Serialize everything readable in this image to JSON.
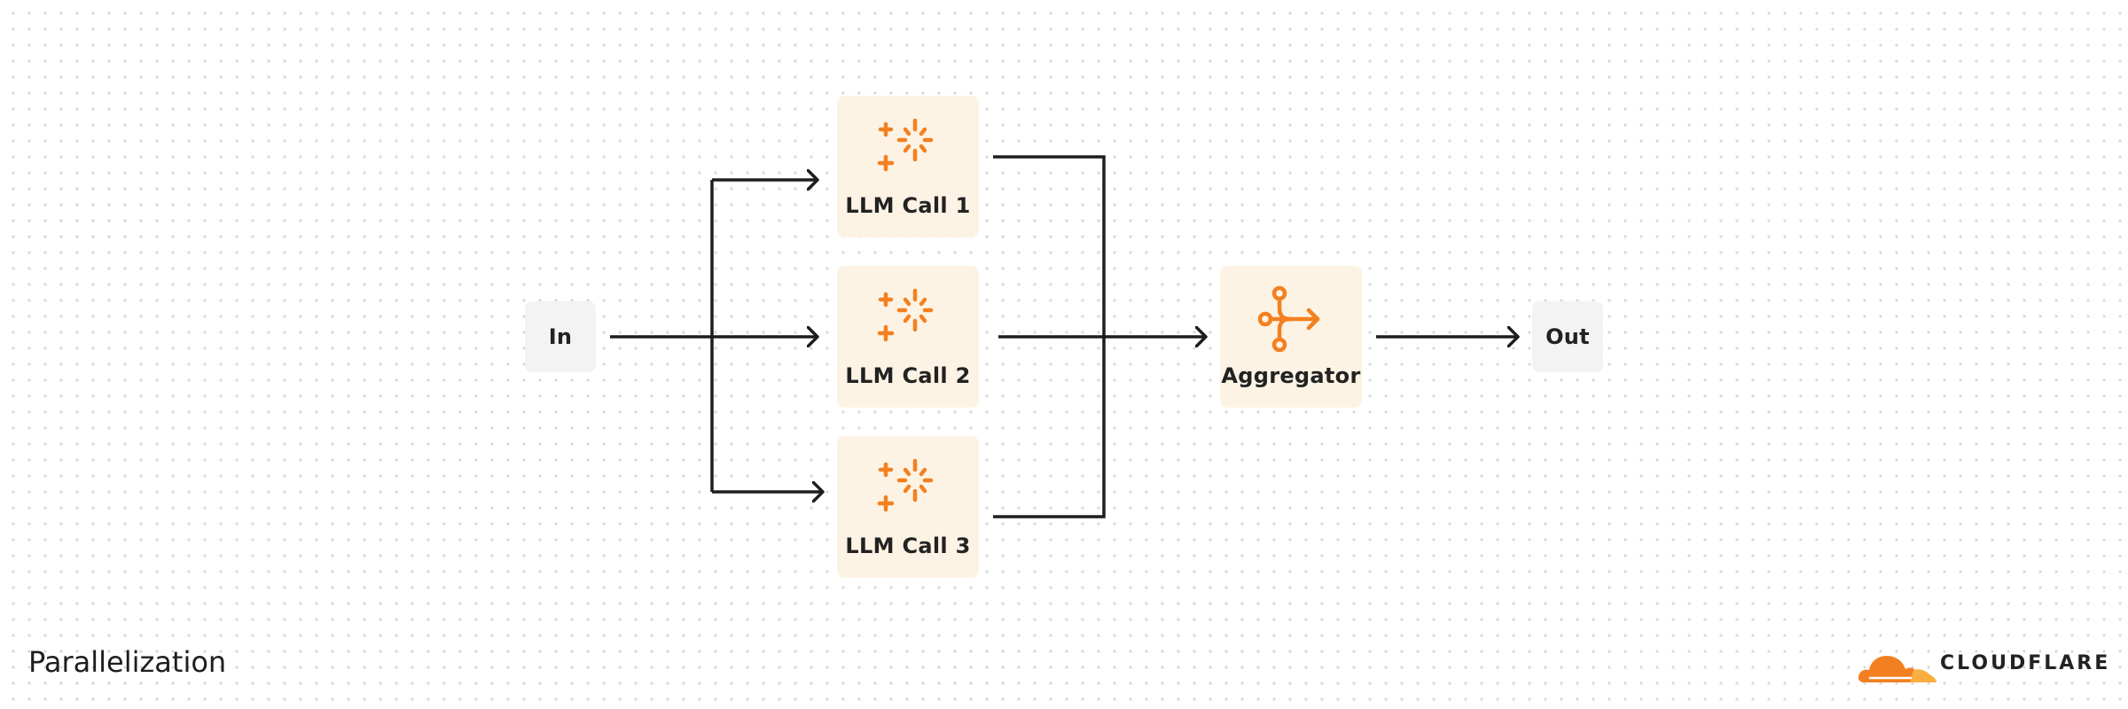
{
  "title": "Parallelization",
  "nodes": {
    "input": {
      "label": "In"
    },
    "llm_calls": [
      {
        "label": "LLM Call 1",
        "icon": "sparkle-icon"
      },
      {
        "label": "LLM Call 2",
        "icon": "sparkle-icon"
      },
      {
        "label": "LLM Call 3",
        "icon": "sparkle-icon"
      }
    ],
    "aggregator": {
      "label": "Aggregator",
      "icon": "merge-icon"
    },
    "output": {
      "label": "Out"
    }
  },
  "logo": {
    "text": "CLOUDFLARE"
  },
  "colors": {
    "accent": "#f38020",
    "node_fill": "#fdf3e4",
    "io_fill": "#f3f3f4",
    "line": "#1e1e1e"
  }
}
